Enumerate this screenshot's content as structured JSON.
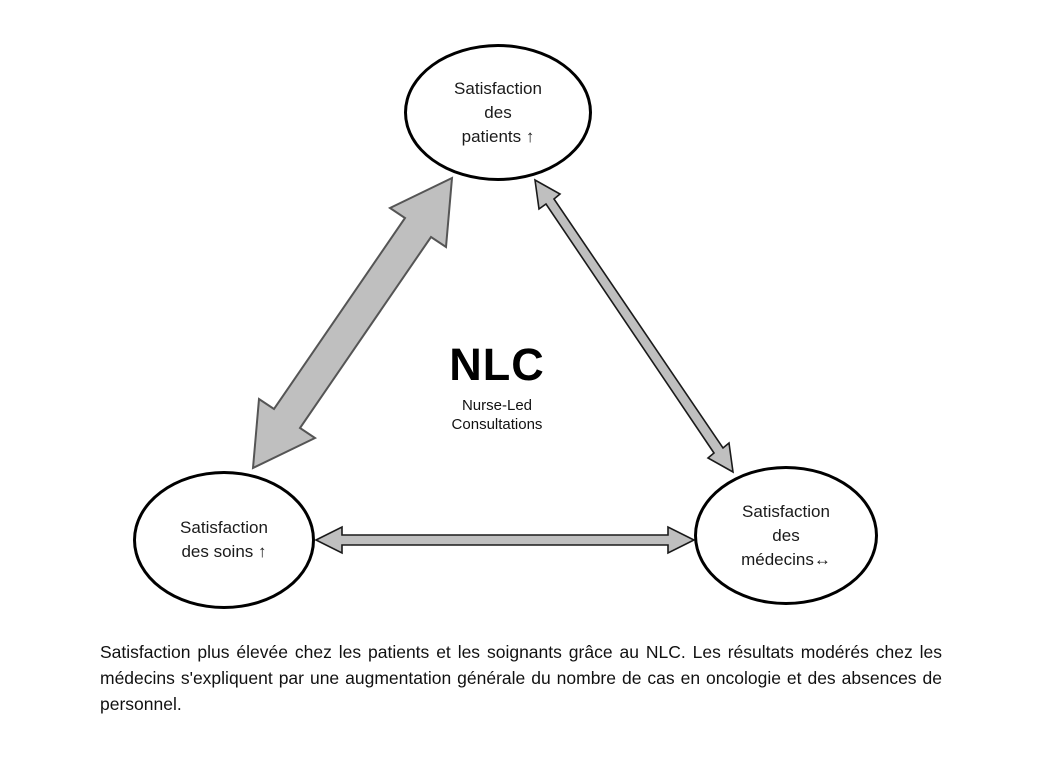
{
  "colors": {
    "background": "#ffffff",
    "arrow_fill": "#bfbfbf",
    "thick_arrow_stroke": "#555555",
    "thin_arrow_stroke": "#1a1a1a",
    "ellipse_stroke": "#000000"
  },
  "nodes": {
    "patients": {
      "lines": [
        "Satisfaction",
        "des",
        "patients ↑"
      ]
    },
    "soins": {
      "lines": [
        "Satisfaction",
        "des soins ↑"
      ]
    },
    "medecins": {
      "lines": [
        "Satisfaction",
        "des",
        "médecins↔"
      ]
    }
  },
  "center": {
    "title": "NLC",
    "subtitle": [
      "Nurse-Led",
      "Consultations"
    ]
  },
  "arrows": [
    {
      "name": "patients-soins",
      "style": "thick",
      "double_headed": true
    },
    {
      "name": "patients-medecins",
      "style": "thin",
      "double_headed": true
    },
    {
      "name": "soins-medecins",
      "style": "thin",
      "double_headed": true
    }
  ],
  "caption": {
    "text": "Satisfaction plus élevée chez les patients et les soignants grâce au NLC. Les résultats modérés chez les médecins s'expliquent par une augmentation générale du nombre de cas en oncologie et des absences de personnel."
  }
}
